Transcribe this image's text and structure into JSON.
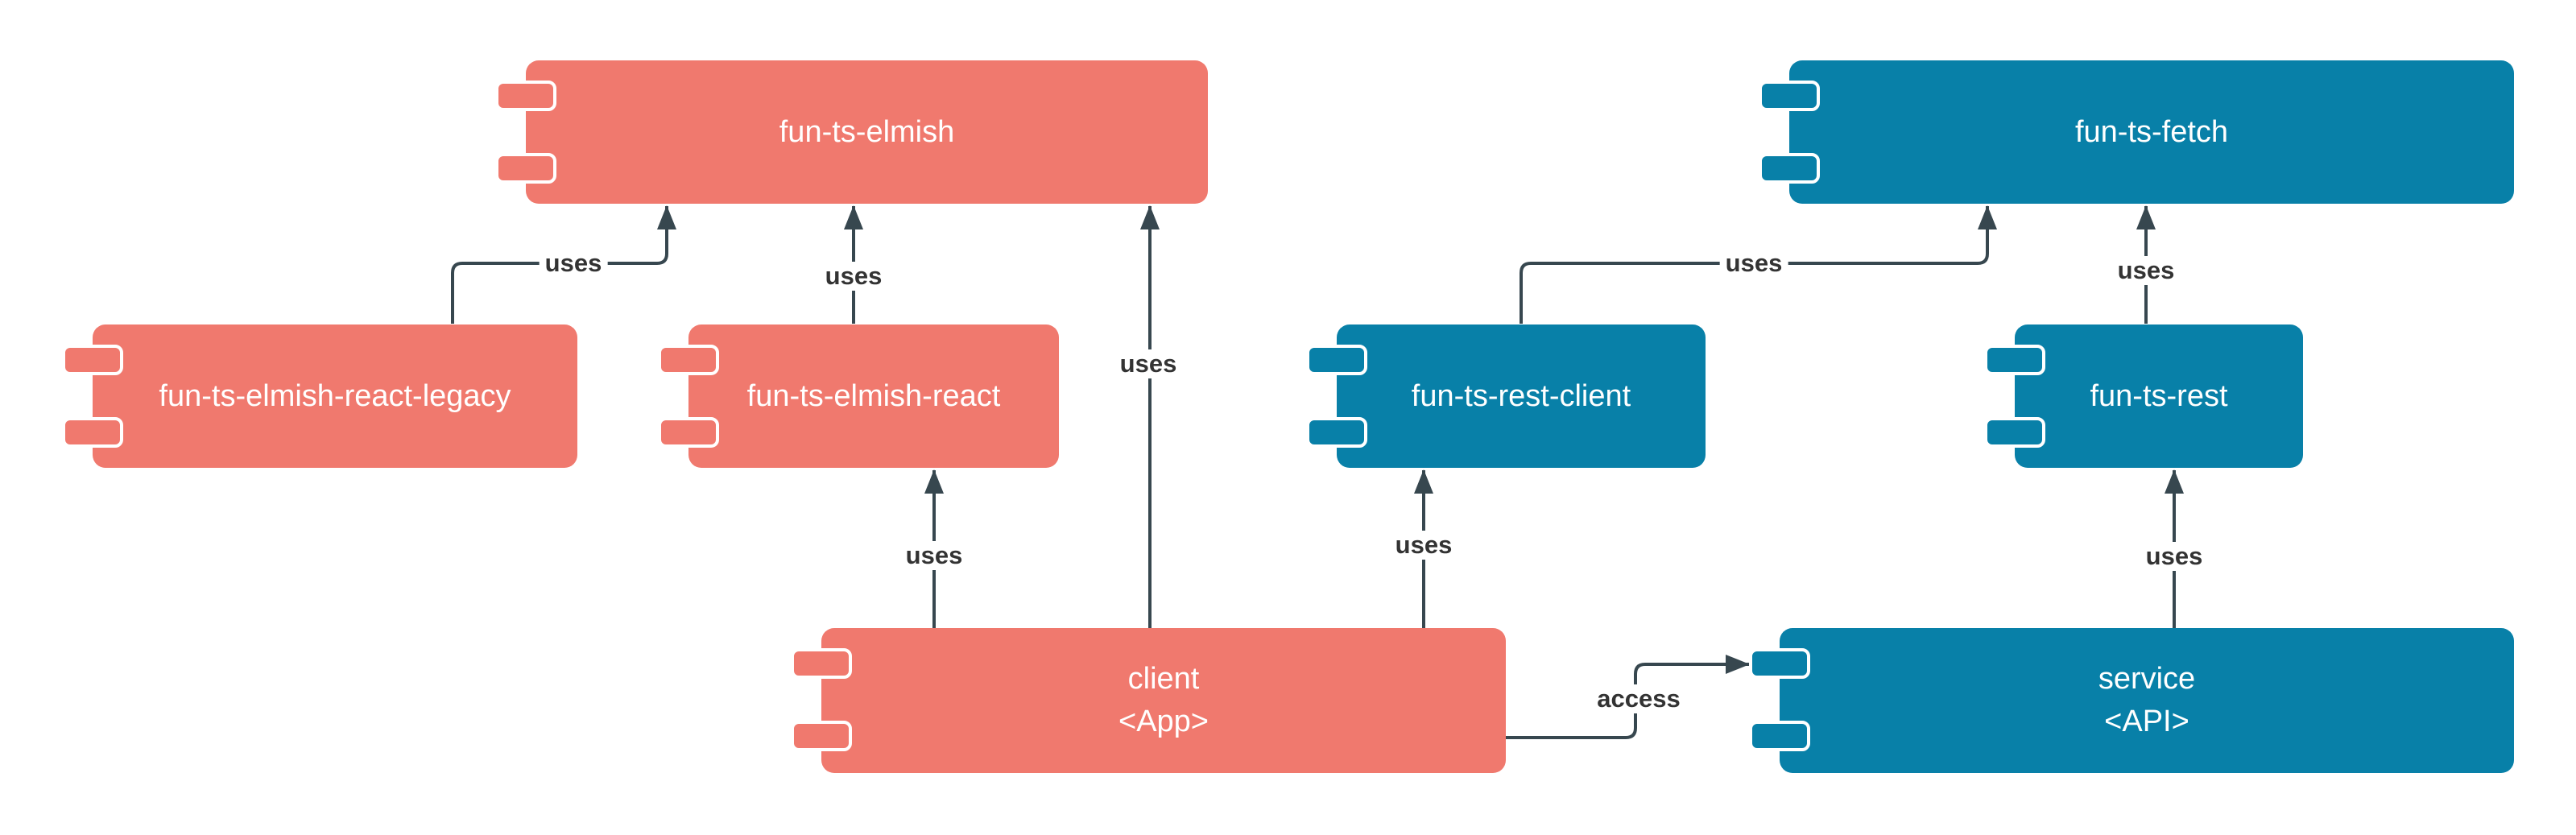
{
  "diagram": {
    "type": "uml-component-diagram",
    "background": "#ffffff",
    "colors": {
      "red": "#F0796E",
      "blue": "#0880A8",
      "edge": "#37474F",
      "label_text": "#333333"
    },
    "nodes": [
      {
        "id": "fun-ts-elmish",
        "color": "red",
        "lines": [
          "fun-ts-elmish"
        ]
      },
      {
        "id": "fun-ts-fetch",
        "color": "blue",
        "lines": [
          "fun-ts-fetch"
        ]
      },
      {
        "id": "fun-ts-elmish-react-legacy",
        "color": "red",
        "lines": [
          "fun-ts-elmish-react-legacy"
        ]
      },
      {
        "id": "fun-ts-elmish-react",
        "color": "red",
        "lines": [
          "fun-ts-elmish-react"
        ]
      },
      {
        "id": "fun-ts-rest-client",
        "color": "blue",
        "lines": [
          "fun-ts-rest-client"
        ]
      },
      {
        "id": "fun-ts-rest",
        "color": "blue",
        "lines": [
          "fun-ts-rest"
        ]
      },
      {
        "id": "client",
        "color": "red",
        "lines": [
          "client",
          "<App>"
        ]
      },
      {
        "id": "service",
        "color": "blue",
        "lines": [
          "service",
          "<API>"
        ]
      }
    ],
    "edges": [
      {
        "from": "fun-ts-elmish-react-legacy",
        "to": "fun-ts-elmish",
        "label": "uses"
      },
      {
        "from": "fun-ts-elmish-react",
        "to": "fun-ts-elmish",
        "label": "uses"
      },
      {
        "from": "client",
        "to": "fun-ts-elmish",
        "label": "uses"
      },
      {
        "from": "client",
        "to": "fun-ts-elmish-react",
        "label": "uses"
      },
      {
        "from": "client",
        "to": "fun-ts-rest-client",
        "label": "uses"
      },
      {
        "from": "service",
        "to": "fun-ts-rest",
        "label": "uses"
      },
      {
        "from": "fun-ts-rest-client",
        "to": "fun-ts-fetch",
        "label": "uses"
      },
      {
        "from": "fun-ts-rest",
        "to": "fun-ts-fetch",
        "label": "uses"
      },
      {
        "from": "client",
        "to": "service",
        "label": "access"
      }
    ]
  }
}
